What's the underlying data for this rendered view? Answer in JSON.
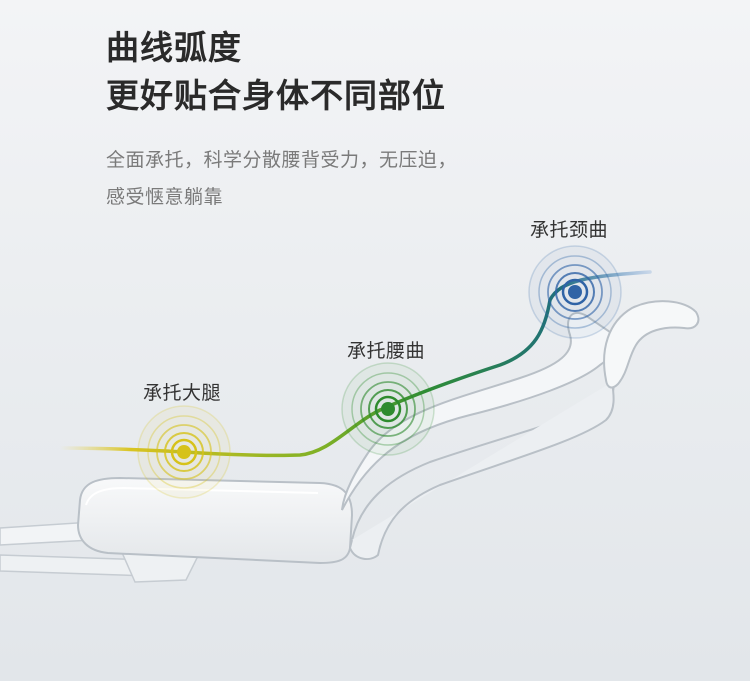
{
  "headline": {
    "line1": "曲线弧度",
    "line2": "更好贴合身体不同部位"
  },
  "description": {
    "line1": "全面承托，科学分散腰背受力，无压迫，",
    "line2": "感受惬意躺靠"
  },
  "points": [
    {
      "label": "承托大腿",
      "color": "#d6c21a"
    },
    {
      "label": "承托腰曲",
      "color": "#2e8b2e"
    },
    {
      "label": "承托颈曲",
      "color": "#2f63a6"
    }
  ]
}
